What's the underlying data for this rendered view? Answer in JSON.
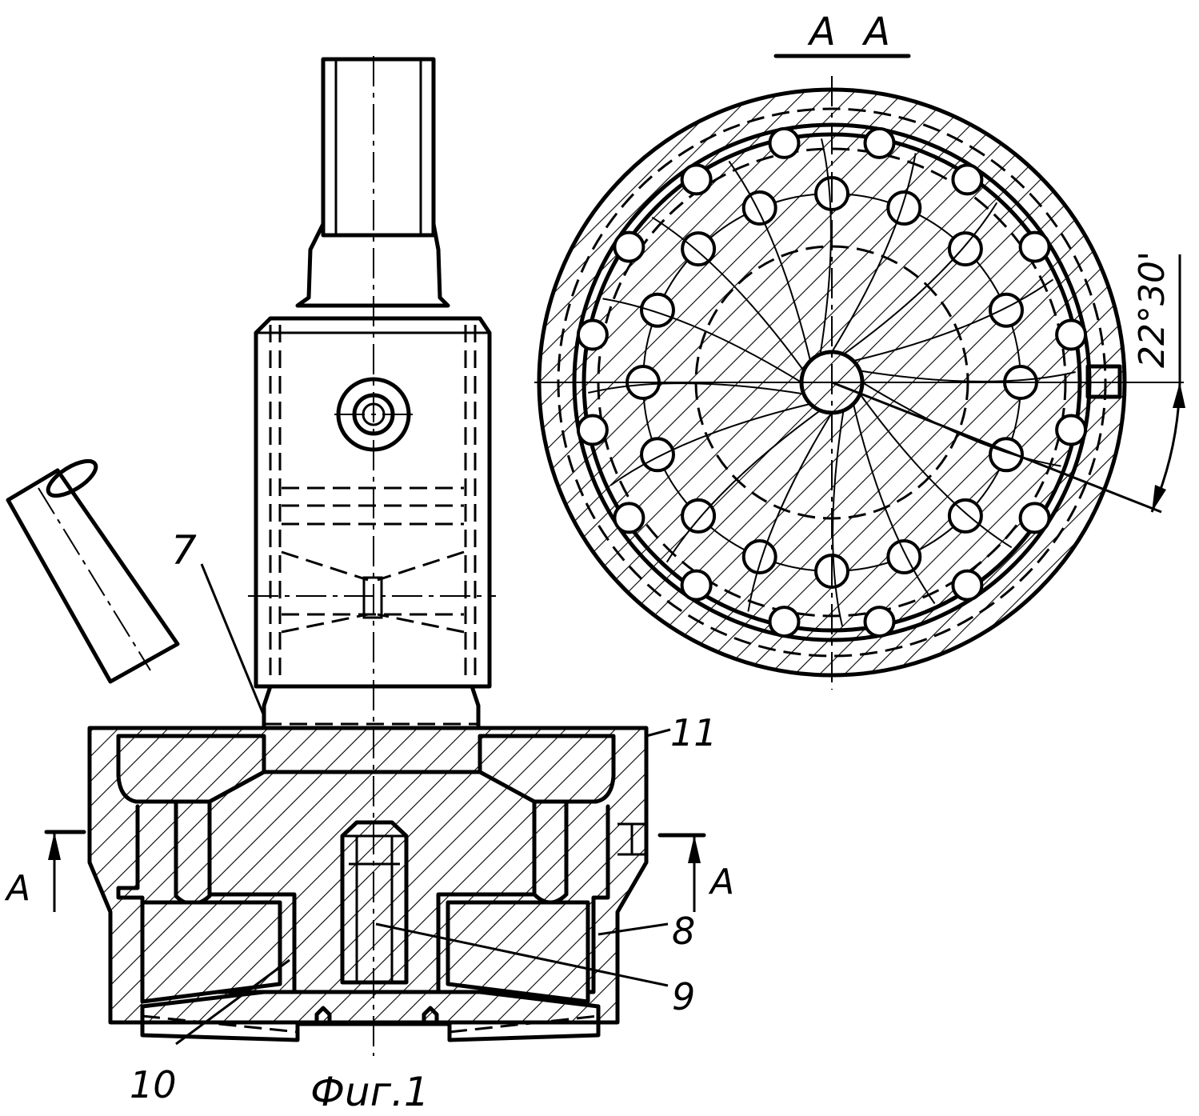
{
  "section": {
    "title": "А А",
    "angle": "22°30'"
  },
  "labels": {
    "part_7": "7",
    "part_8": "8",
    "part_9": "9",
    "part_10": "10",
    "part_11": "11",
    "cut_left": "А",
    "cut_right": "А"
  },
  "caption": "Фuг.1"
}
